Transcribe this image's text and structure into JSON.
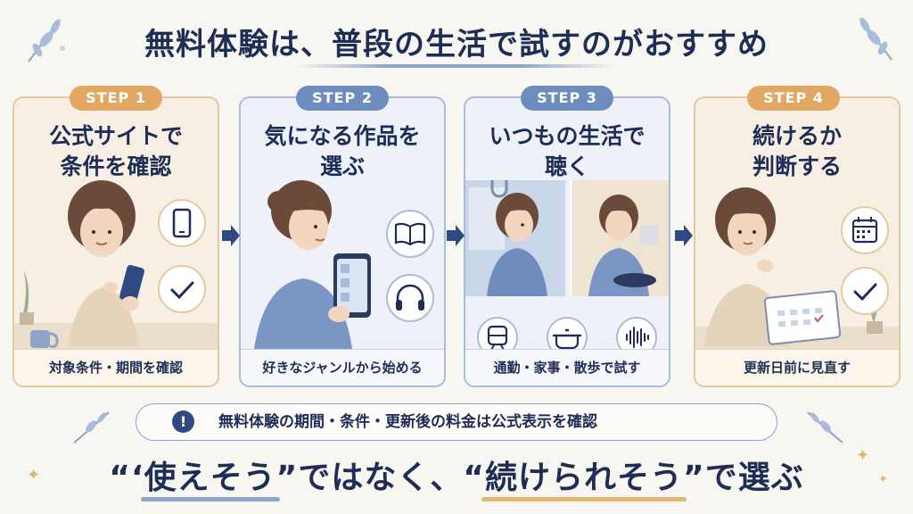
{
  "title": "無料体験は、普段の生活で試すのがおすすめ",
  "steps": [
    {
      "badge": "STEP 1",
      "title_line1": "公式サイトで",
      "title_line2": "条件を確認",
      "footer": "対象条件・期間を確認",
      "icons": [
        "smartphone-icon",
        "check-icon"
      ]
    },
    {
      "badge": "STEP 2",
      "title_line1": "気になる作品を",
      "title_line2": "選ぶ",
      "footer": "好きなジャンルから始める",
      "icons": [
        "book-icon",
        "headphones-icon"
      ]
    },
    {
      "badge": "STEP 3",
      "title_line1": "いつもの生活で",
      "title_line2": "聴く",
      "footer": "通勤・家事・散歩で試す",
      "icons": [
        "train-icon",
        "pot-icon",
        "soundwave-icon"
      ]
    },
    {
      "badge": "STEP 4",
      "title_line1": "続けるか",
      "title_line2": "判断する",
      "footer": "更新日前に見直す",
      "icons": [
        "calendar-icon",
        "check-icon"
      ]
    }
  ],
  "note": {
    "icon": "!",
    "text": "無料体験の期間・条件・更新後の料金は公式表示を確認"
  },
  "bottom": {
    "q1_open": "“‘",
    "q1_text": "使えそう",
    "q1_close": "”",
    "mid": "ではなく、",
    "q2_open": "“",
    "q2_text": "続けられそう",
    "q2_close": "”",
    "end": "で選ぶ"
  },
  "colors": {
    "navy": "#1e2d56",
    "warm_badge": "#e0a863",
    "cool_badge": "#6f8cbf",
    "warm_border": "#e4caa1",
    "cool_border": "#a9bcd9"
  }
}
